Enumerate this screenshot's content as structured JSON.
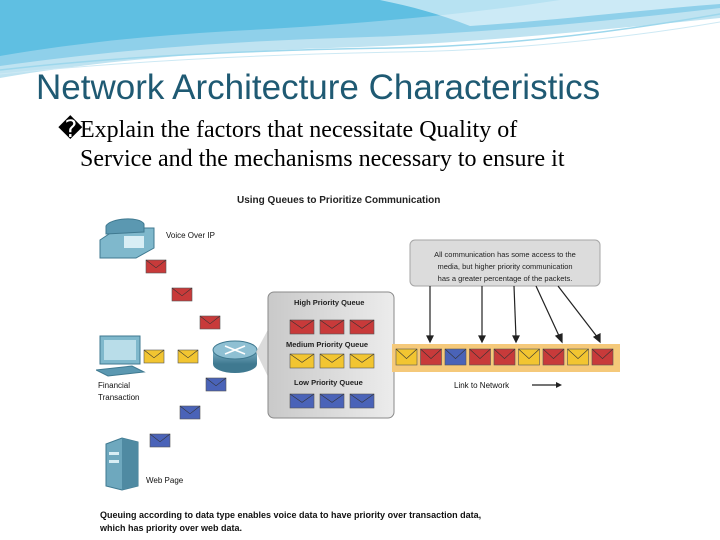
{
  "slide": {
    "title": "Network Architecture Characteristics",
    "bullet_glyph": "�",
    "bullet_line1": "Explain the factors that necessitate Quality of",
    "bullet_line2": "Service and the mechanisms necessary to ensure it"
  },
  "figure": {
    "heading": "Using Queues to Prioritize Communication",
    "voip_label": "Voice Over IP",
    "financial_label_1": "Financial",
    "financial_label_2": "Transaction",
    "web_label": "Web Page",
    "high_queue": "High Priority Queue",
    "medium_queue": "Medium Priority Queue",
    "low_queue": "Low Priority Queue",
    "note_line1": "All communication has some access to the",
    "note_line2": "media, but higher priority communication",
    "note_line3": "has a greater percentage of the packets.",
    "link_label": "Link to Network",
    "caption_line1": "Queuing according to data type enables voice data to have priority over transaction data,",
    "caption_line2": "which has priority over web data.",
    "colors": {
      "high": "#c83a3a",
      "medium": "#f2c531",
      "low": "#4a63b8",
      "link": "#f5c97a",
      "note_bg": "#dcdcdc",
      "title": "#1f5a73"
    },
    "link_sequence": [
      "medium",
      "high",
      "low",
      "high",
      "high",
      "medium",
      "high",
      "medium",
      "high"
    ]
  }
}
